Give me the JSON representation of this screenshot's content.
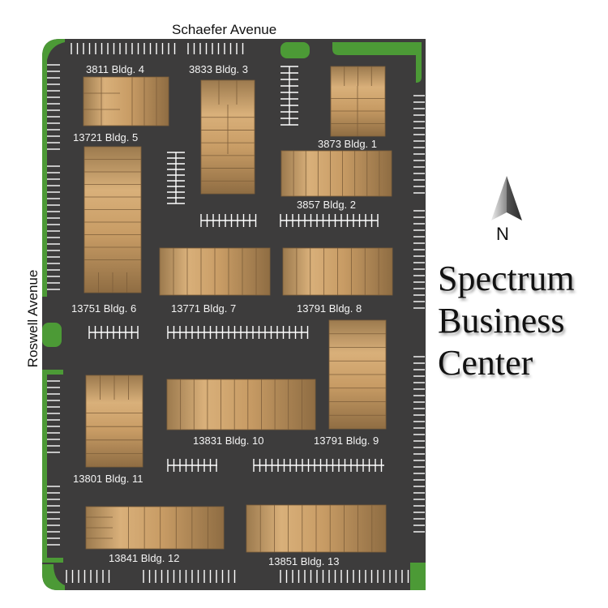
{
  "title": {
    "line1": "Spectrum",
    "line2": "Business",
    "line3": "Center"
  },
  "compass": {
    "label": "N",
    "icon": "north-arrow-icon"
  },
  "streets": {
    "north": "Schaefer Avenue",
    "west": "Roswell Avenue"
  },
  "colors": {
    "pavement": "#3d3c3c",
    "landscape": "#4c9a36",
    "building": "#cfa571",
    "building_dark": "#8a6a42",
    "stripe": "#ffffff"
  },
  "buildings": [
    {
      "id": "b1",
      "label": "3873 Bldg. 1"
    },
    {
      "id": "b2",
      "label": "3857 Bldg. 2"
    },
    {
      "id": "b3",
      "label": "3833 Bldg. 3"
    },
    {
      "id": "b4",
      "label": "3811 Bldg. 4"
    },
    {
      "id": "b5",
      "label": "13721 Bldg. 5"
    },
    {
      "id": "b6",
      "label": "13751 Bldg. 6"
    },
    {
      "id": "b7",
      "label": "13771 Bldg. 7"
    },
    {
      "id": "b8",
      "label": "13791 Bldg. 8"
    },
    {
      "id": "b9",
      "label": "13791 Bldg. 9"
    },
    {
      "id": "b10",
      "label": "13831 Bldg. 10"
    },
    {
      "id": "b11",
      "label": "13801 Bldg. 11"
    },
    {
      "id": "b12",
      "label": "13841 Bldg. 12"
    },
    {
      "id": "b13",
      "label": "13851 Bldg. 13"
    }
  ]
}
